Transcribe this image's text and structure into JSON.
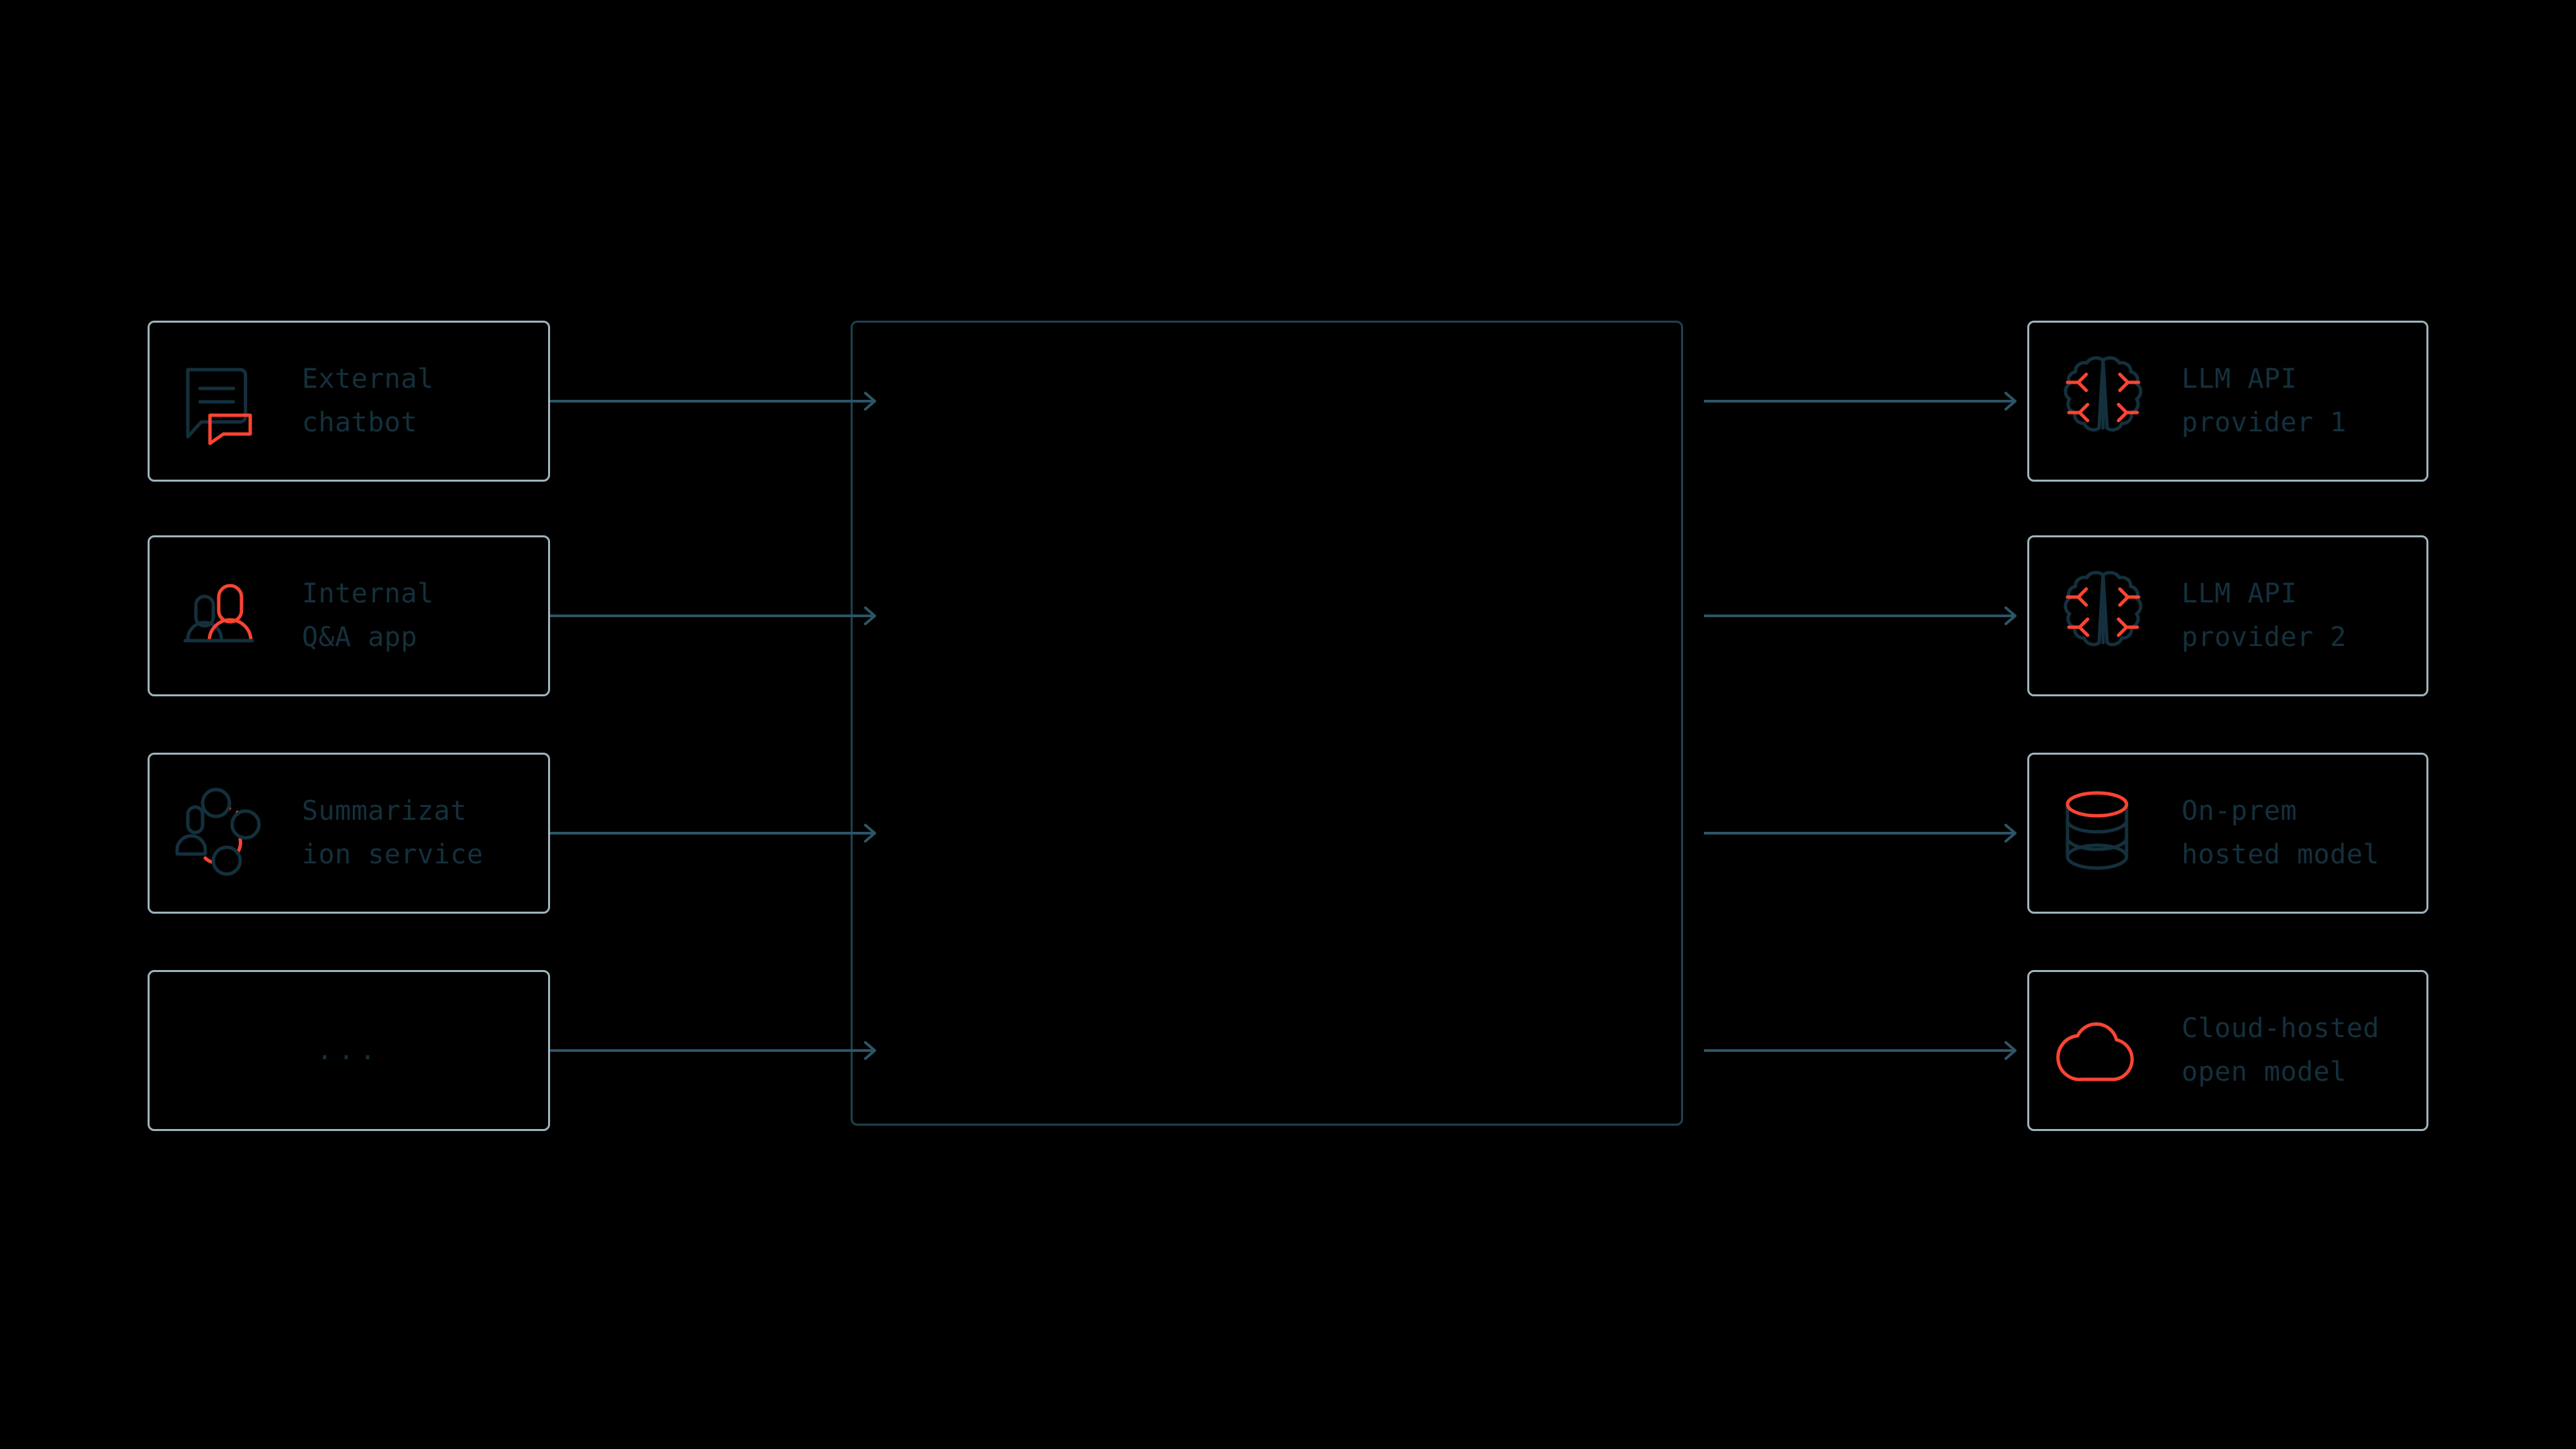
{
  "canvas": {
    "background": "#000000",
    "card_border_color": "#9fb3bd",
    "center_border_color": "#1e4150",
    "text_color": "#14303d",
    "accent_color": "#fc4433",
    "arrow_color": "#2d5566"
  },
  "left_column": {
    "items": [
      {
        "icon": "chat-bubbles-icon",
        "line1": "External",
        "line2": "chatbot"
      },
      {
        "icon": "people-group-icon",
        "line1": "Internal",
        "line2": "Q&A app"
      },
      {
        "icon": "person-network-icon",
        "line1": "Summarizat",
        "line2": "ion service"
      },
      {
        "icon": "none",
        "line1": "...",
        "line2": ""
      }
    ]
  },
  "center": {
    "label": ""
  },
  "right_column": {
    "items": [
      {
        "icon": "brain-icon",
        "line1": "LLM API",
        "line2": "provider 1"
      },
      {
        "icon": "brain-icon",
        "line1": "LLM API",
        "line2": "provider 2"
      },
      {
        "icon": "database-cylinder-icon",
        "line1": "On-prem",
        "line2": "hosted model"
      },
      {
        "icon": "cloud-icon",
        "line1": "Cloud-hosted",
        "line2": "open model"
      }
    ]
  },
  "arrows": {
    "inbound_count": 4,
    "outbound_count": 4,
    "direction": "left-to-right",
    "head_style": "open-chevron"
  }
}
